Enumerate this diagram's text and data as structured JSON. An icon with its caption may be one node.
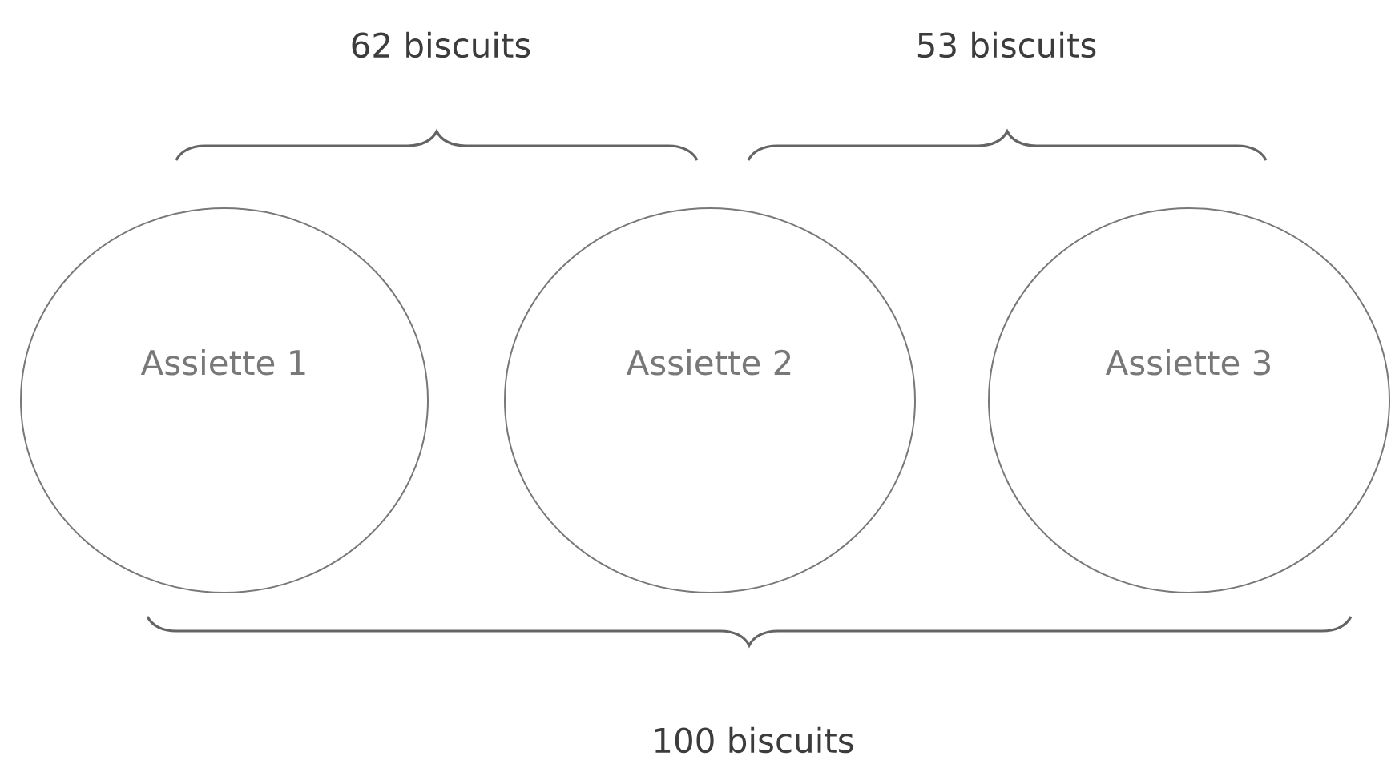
{
  "diagram": {
    "nodes": [
      {
        "text": [
          "Assiette 1"
        ]
      },
      {
        "text": [
          "Assiette 2"
        ]
      },
      {
        "text": [
          "Assiette 3"
        ]
      }
    ],
    "labels": [
      "62 biscuits",
      "53 biscuits",
      "100 biscuits"
    ]
  }
}
